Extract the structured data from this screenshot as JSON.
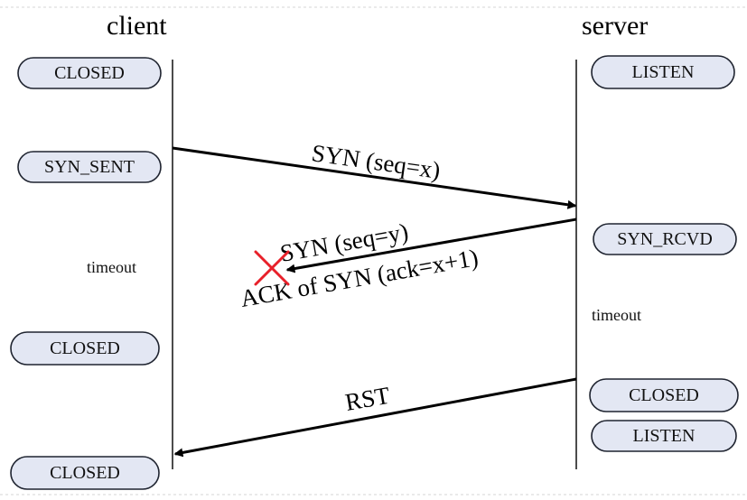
{
  "headers": {
    "client": "client",
    "server": "server"
  },
  "client_states": {
    "s1": "CLOSED",
    "s2": "SYN_SENT",
    "s3": "CLOSED",
    "s4": "CLOSED"
  },
  "server_states": {
    "s1": "LISTEN",
    "s2": "SYN_RCVD",
    "s3": "CLOSED",
    "s4": "LISTEN"
  },
  "notes": {
    "client_timeout": "timeout",
    "server_timeout": "timeout"
  },
  "messages": {
    "syn": "SYN (seq=x)",
    "synack_line1": "SYN (seq=y)",
    "synack_line2": "ACK of SYN (ack=x+1)",
    "rst": "RST"
  },
  "colors": {
    "state_fill": "#e3e7f3",
    "lost_marker": "#e8202a"
  }
}
